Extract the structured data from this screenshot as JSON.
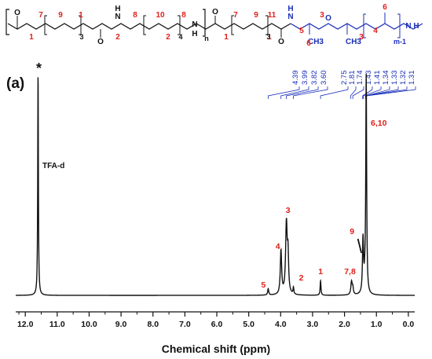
{
  "chart_data": {
    "type": "line",
    "panel_label": "(a)",
    "xlabel": "Chemical shift (ppm)",
    "xlim": [
      12.3,
      -0.2
    ],
    "x_direction": "decreasing",
    "x_ticks": [
      "12.0",
      "11.0",
      "10.0",
      "9.0",
      "8.0",
      "7.0",
      "6.0",
      "5.0",
      "4.0",
      "3.0",
      "2.0",
      "1.0",
      "0.0"
    ],
    "solvent_label": "TFA-d",
    "solvent_marker": "*",
    "peak_list_labels": [
      "4.39",
      "3.99",
      "3.82",
      "3.60",
      "2.75",
      "1.81",
      "1.74",
      "1.43",
      "1.41",
      "1.34",
      "1.33",
      "1.32",
      "1.31"
    ],
    "peaks": [
      {
        "ppm": 11.6,
        "height": 1.0,
        "label": "*"
      },
      {
        "ppm": 4.39,
        "height": 0.028,
        "label": "5"
      },
      {
        "ppm": 3.99,
        "height": 0.195,
        "label": "4"
      },
      {
        "ppm": 3.82,
        "height": 0.315,
        "label": "3"
      },
      {
        "ppm": 3.6,
        "height": 0.03,
        "label": "2"
      },
      {
        "ppm": 2.75,
        "height": 0.065,
        "label": "1"
      },
      {
        "ppm": 1.78,
        "height": 0.058,
        "label": "7,8"
      },
      {
        "ppm": 1.42,
        "height": 0.24,
        "label": "9"
      },
      {
        "ppm": 1.32,
        "height": 0.96,
        "label": "6,10"
      }
    ],
    "grid": false,
    "legend": "none"
  },
  "structure": {
    "atoms": [
      "O",
      "N",
      "O",
      "N",
      "O",
      "N",
      "O",
      "O",
      "N"
    ],
    "hydrogens": [
      "H",
      "H",
      "H",
      "H"
    ],
    "methyls": [
      "CH3",
      "CH3"
    ],
    "red_labels": [
      "1",
      "7",
      "9",
      "1",
      "2",
      "8",
      "10",
      "2",
      "8",
      "1",
      "7",
      "9",
      "1",
      "11",
      "3",
      "5",
      "6",
      "3",
      "4",
      "6"
    ],
    "subscripts": [
      "3",
      "4",
      "n",
      "3",
      "m-1"
    ]
  }
}
